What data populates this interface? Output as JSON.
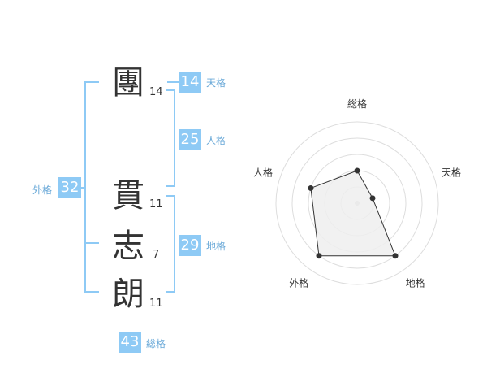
{
  "name": {
    "chars": [
      {
        "char": "團",
        "strokes": "14"
      },
      {
        "char": "貫",
        "strokes": "11"
      },
      {
        "char": "志",
        "strokes": "7"
      },
      {
        "char": "朗",
        "strokes": "11"
      }
    ]
  },
  "fortune": {
    "tenkaku": {
      "value": "14",
      "label": "天格"
    },
    "jinkaku": {
      "value": "25",
      "label": "人格"
    },
    "chikaku": {
      "value": "29",
      "label": "地格"
    },
    "gaikaku": {
      "value": "32",
      "label": "外格"
    },
    "soukaku": {
      "value": "43",
      "label": "総格"
    }
  },
  "colors": {
    "accent": "#8ecaf5",
    "accent_text": "#6aa9d8",
    "text": "#333333"
  },
  "chart_data": {
    "type": "radar",
    "axes": [
      "総格",
      "天格",
      "地格",
      "外格",
      "人格"
    ],
    "values": [
      2,
      1,
      4,
      4,
      3
    ],
    "max": 5,
    "grid_levels": 5
  }
}
